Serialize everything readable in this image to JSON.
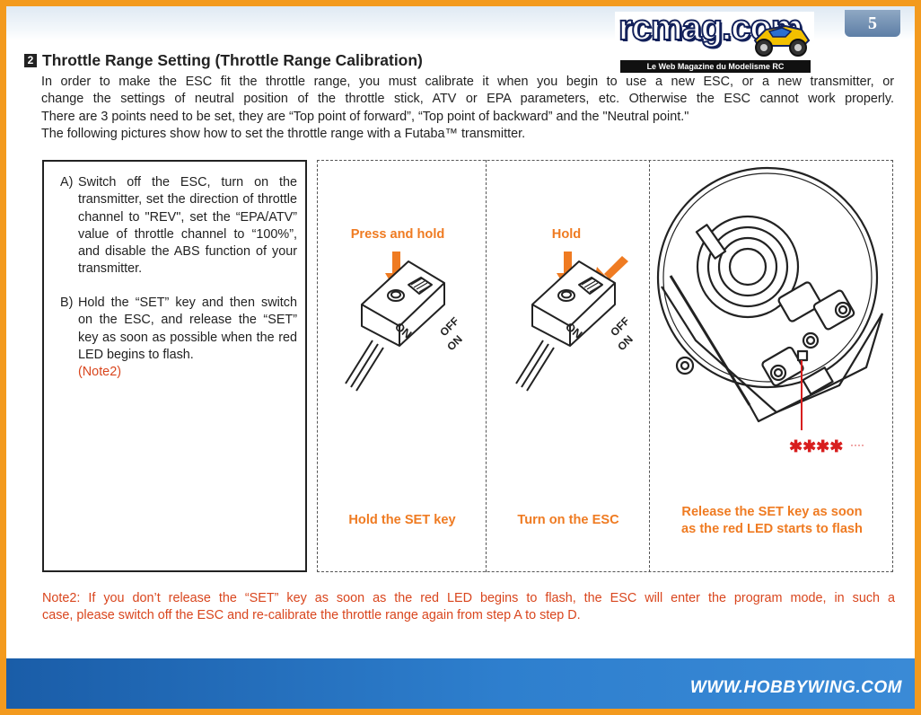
{
  "header": {
    "page_number": "5",
    "logo_text": "rcmag.com",
    "logo_subtitle": "Le Web Magazine du Modelisme RC"
  },
  "section": {
    "number": "2",
    "title": "Throttle Range Setting (Throttle Range Calibration)",
    "intro_lines": [
      "In order to make the ESC fit the throttle range, you must calibrate it when you begin to use a new ESC, or a new transmitter, or",
      "change the settings of neutral position of the throttle stick, ATV or EPA parameters, etc. Otherwise the ESC cannot work properly.",
      "There are 3 points need to be set, they are “Top point of forward”, “Top point of backward” and the \"Neutral point.\"",
      "The following pictures show how to set the throttle range with a Futaba™ transmitter."
    ]
  },
  "steps": [
    {
      "mark": "A)",
      "text": "Switch off the ESC, turn on the transmitter, set the direction of throttle channel to \"REV\", set the “EPA/ATV” value of throttle channel to “100%”, and disable the ABS function of your  transmitter."
    },
    {
      "mark": "B)",
      "text": "Hold the “SET” key and then switch on the ESC, and release the “SET” key as soon as possible when the red LED begins to flash.",
      "note_ref": "(Note2)"
    }
  ],
  "panels": [
    {
      "label": "Press and hold",
      "switch_on": "ON",
      "switch_off": "OFF",
      "switch_off2": "ON",
      "caption": "Hold the SET key"
    },
    {
      "label": "Hold",
      "switch_on": "ON",
      "switch_off": "OFF",
      "switch_off2": "ON",
      "caption": "Turn on the ESC"
    },
    {
      "caption_line1": "Release the SET key as soon",
      "caption_line2": "as the red LED starts to flash"
    }
  ],
  "note2": {
    "lines": [
      "Note2: If you don’t release the “SET” key as soon as the red LED begins to flash, the ESC will enter the program mode, in such a",
      "case, please switch off the ESC and re-calibrate the throttle range again from step A to step D."
    ]
  },
  "footer": {
    "website": "WWW.HOBBYWING.COM"
  },
  "colors": {
    "frame": "#f39a1e",
    "accent_orange": "#ef7b22",
    "note_red": "#d9461e",
    "led_red": "#d81e1e",
    "footer_blue": "#1a5da8"
  }
}
